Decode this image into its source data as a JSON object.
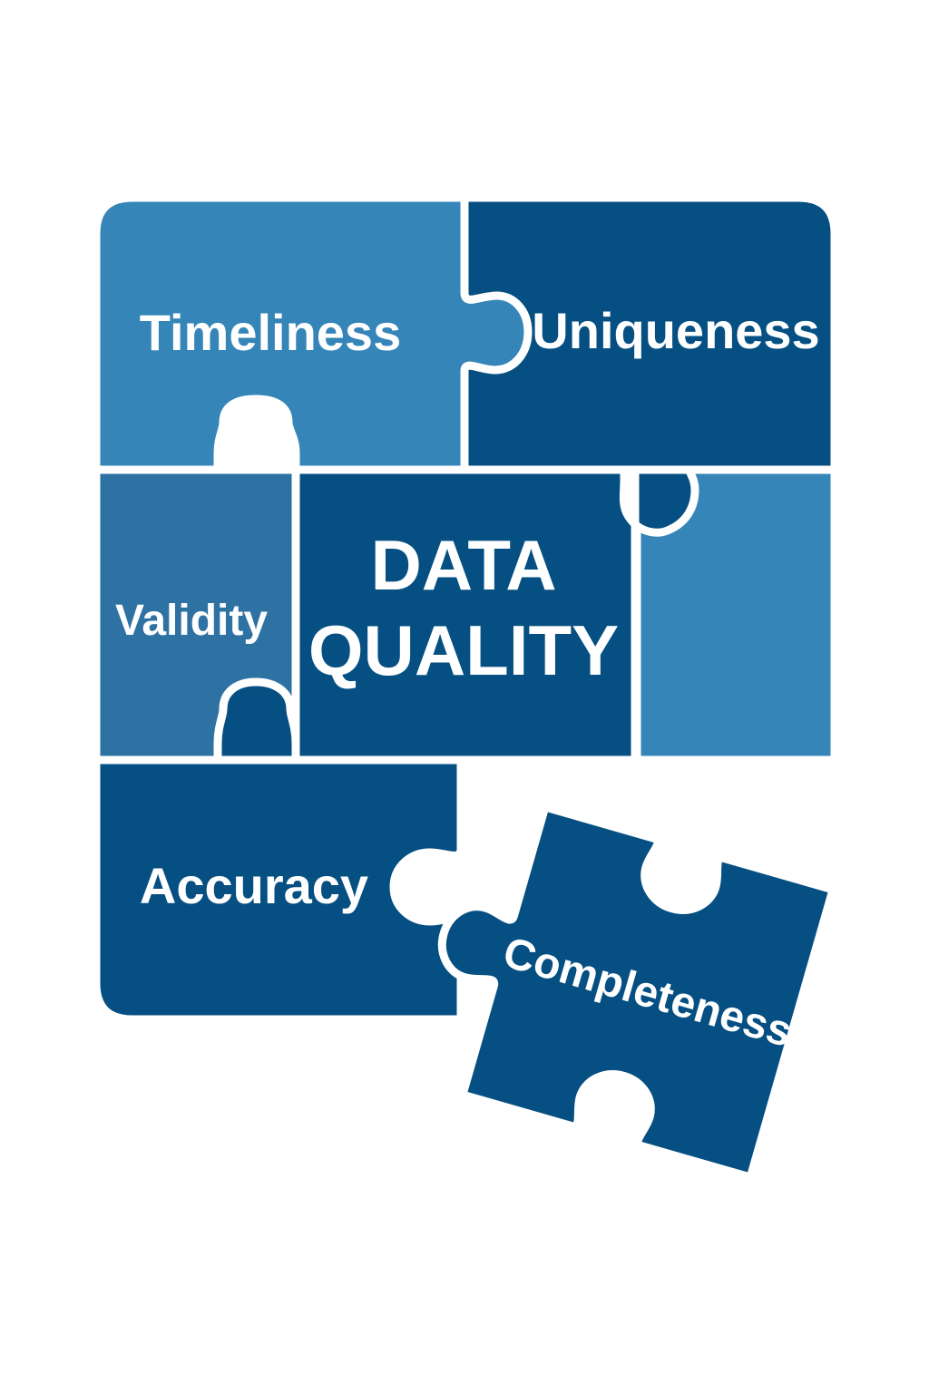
{
  "pieces": {
    "timeliness": "Timeliness",
    "uniqueness": "Uniqueness",
    "validity": "Validity",
    "center_line1": "DATA",
    "center_line2": "QUALITY",
    "accuracy": "Accuracy",
    "completeness": "Completeness"
  },
  "colors": {
    "light_blue": "#3585b8",
    "mid_blue": "#2e72a3",
    "dark_blue": "#054f82",
    "border": "#ffffff"
  }
}
